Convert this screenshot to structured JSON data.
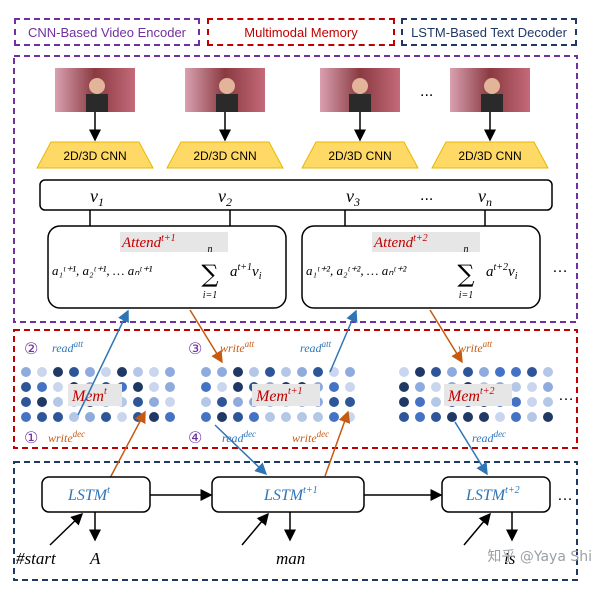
{
  "legend": {
    "video_encoder": "CNN-Based Video Encoder",
    "memory": "Multimodal Memory",
    "text_decoder": "LSTM-Based Text Decoder"
  },
  "colors": {
    "purple": "#7030a0",
    "red": "#c00000",
    "navy": "#1f3864",
    "cnn_fill": "#ffd966",
    "read_arrow": "#2e75b6",
    "write_arrow": "#c55a11",
    "memory_label": "#c00000"
  },
  "frames": {
    "cnn_label": "2D/3D CNN",
    "ellipsis": "..."
  },
  "features": {
    "v1": "v",
    "v1_sub": "1",
    "v2": "v",
    "v2_sub": "2",
    "v3": "v",
    "v3_sub": "3",
    "vn": "v",
    "vn_sub": "n",
    "ellipsis": "..."
  },
  "attend": [
    {
      "label": "Attend",
      "sup": "t+1",
      "weights": "a",
      "sup_w": "t+1",
      "sum_top": "n",
      "sum_bottom": "i=1",
      "term": "a",
      "term_sup": "t+1",
      "term_tail": "v",
      "term_tail_sub": "i"
    },
    {
      "label": "Attend",
      "sup": "t+2",
      "weights": "a",
      "sup_w": "t+2",
      "sum_top": "n",
      "sum_bottom": "i=1",
      "term": "a",
      "term_sup": "t+2",
      "term_tail": "v",
      "term_tail_sub": "i"
    }
  ],
  "attend_weights_text": [
    "a₁ᵗ⁺¹, a₂ᵗ⁺¹, … aₙᵗ⁺¹",
    "a₁ᵗ⁺², a₂ᵗ⁺², … aₙᵗ⁺²"
  ],
  "attend_ellipsis": "…",
  "memory": [
    {
      "label": "Mem",
      "sup": "t"
    },
    {
      "label": "Mem",
      "sup": "t+1"
    },
    {
      "label": "Mem",
      "sup": "t+2"
    }
  ],
  "memory_ellipsis": "…",
  "ops": {
    "read": "read",
    "write": "write",
    "att": "att",
    "dec": "dec"
  },
  "steps": {
    "s1": "①",
    "s2": "②",
    "s3": "③",
    "s4": "④"
  },
  "lstm": [
    {
      "label": "LSTM",
      "sup": "t"
    },
    {
      "label": "LSTM",
      "sup": "t+1"
    },
    {
      "label": "LSTM",
      "sup": "t+2"
    }
  ],
  "lstm_ellipsis": "…",
  "words": {
    "input": "#start",
    "w1": "A",
    "w2": "man",
    "w3": "is"
  },
  "watermark": "知乎 @Yaya Shi"
}
